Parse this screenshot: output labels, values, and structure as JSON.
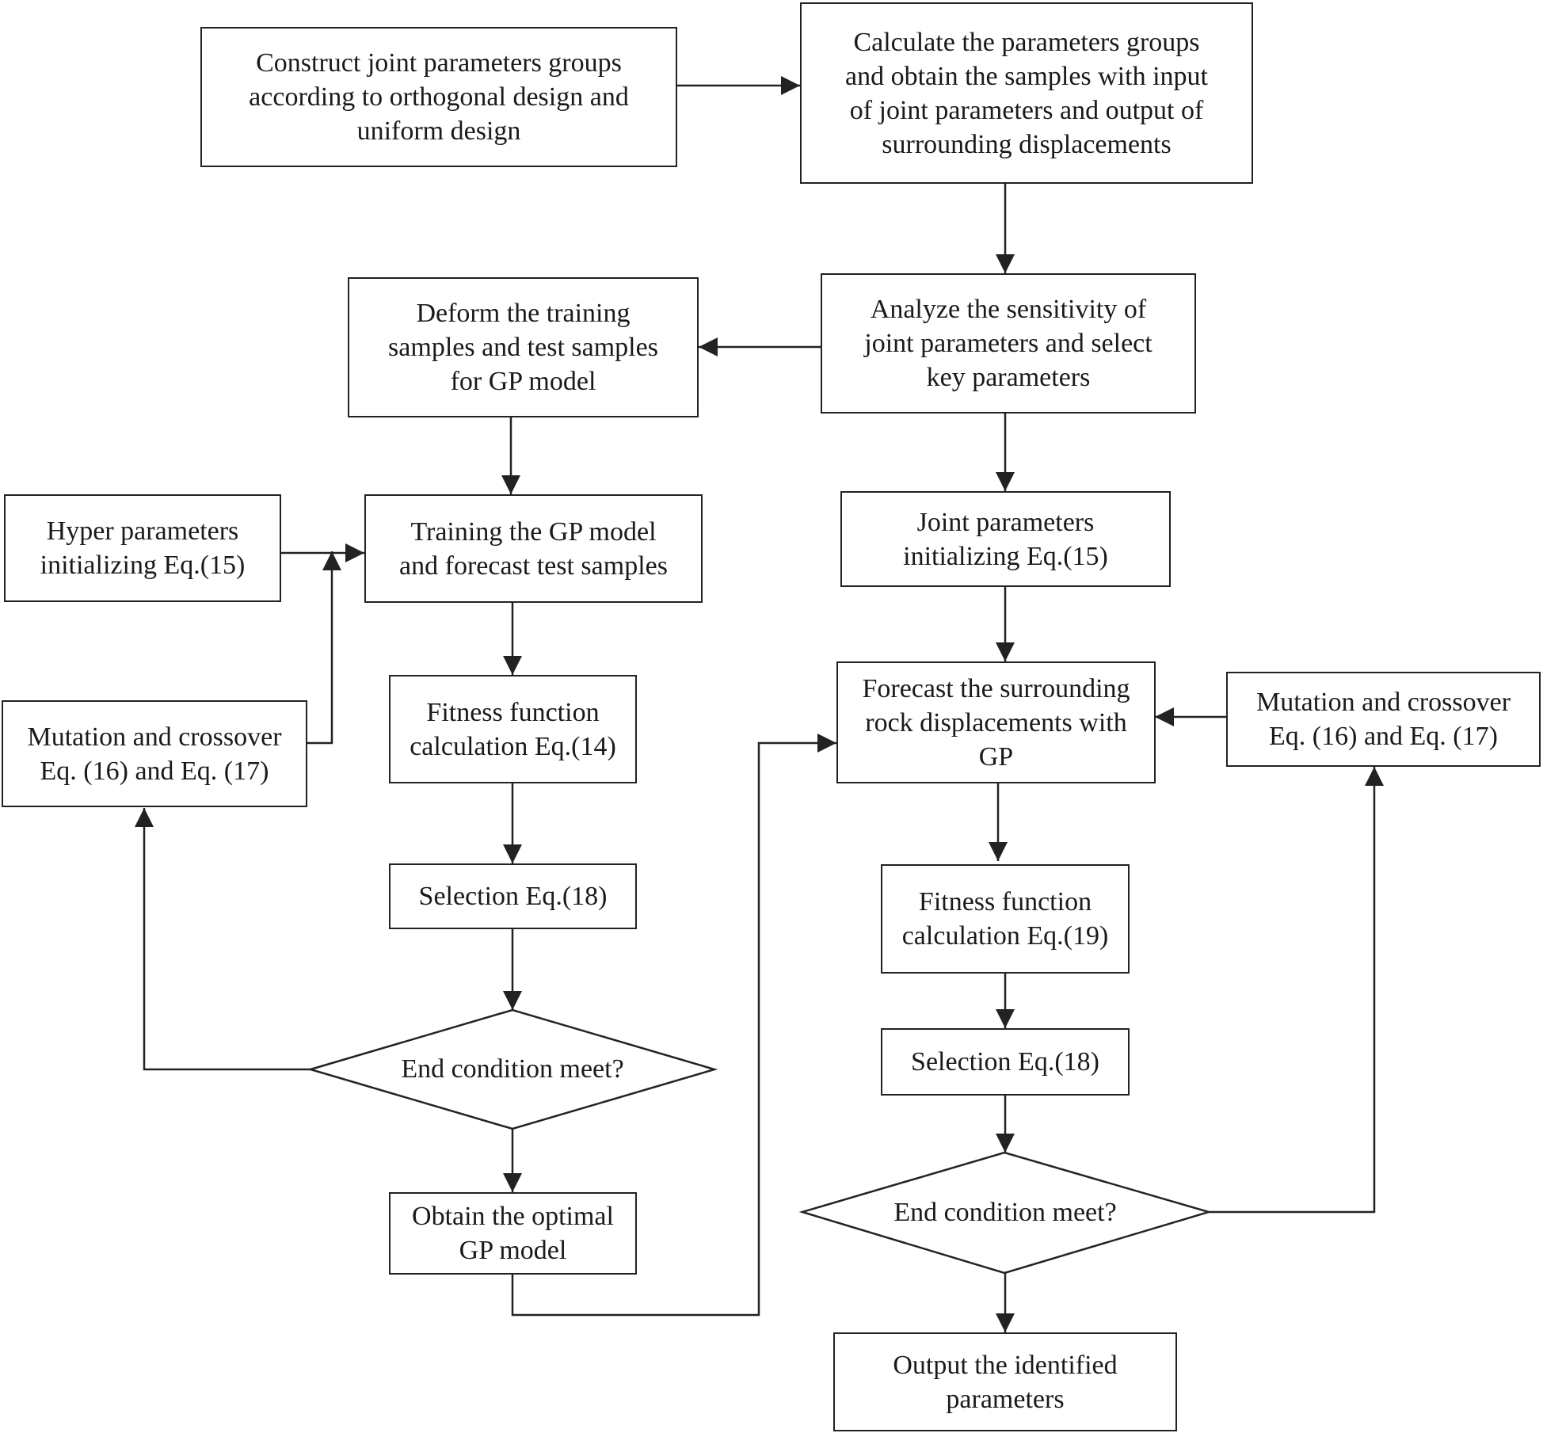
{
  "nodes": {
    "construct": "Construct joint parameters groups\naccording to orthogonal design and\nuniform design",
    "calculate": "Calculate the  parameters groups\nand obtain the samples with  input\nof joint parameters and output of\nsurrounding displacements",
    "analyze": "Analyze the sensitivity of\njoint parameters and select\nkey parameters",
    "deform": "Deform the training\nsamples and test samples\nfor GP model",
    "hyper": "Hyper parameters\ninitializing Eq.(15)",
    "training": "Training the GP model\nand forecast test samples",
    "mutation_left": "Mutation and crossover\nEq. (16) and Eq. (17)",
    "fitness_left": "Fitness function\ncalculation Eq.(14)",
    "selection_left": "Selection Eq.(18)",
    "end_left": "End condition meet?",
    "optimal": "Obtain the optimal\nGP model",
    "joint_init": "Joint parameters\ninitializing Eq.(15)",
    "forecast": "Forecast the surrounding\nrock displacements  with\nGP",
    "mutation_right": "Mutation and crossover\nEq. (16) and Eq. (17)",
    "fitness_right": "Fitness function\ncalculation Eq.(19)",
    "selection_right": "Selection Eq.(18)",
    "end_right": "End condition meet?",
    "output": "Output the identified\nparameters"
  }
}
